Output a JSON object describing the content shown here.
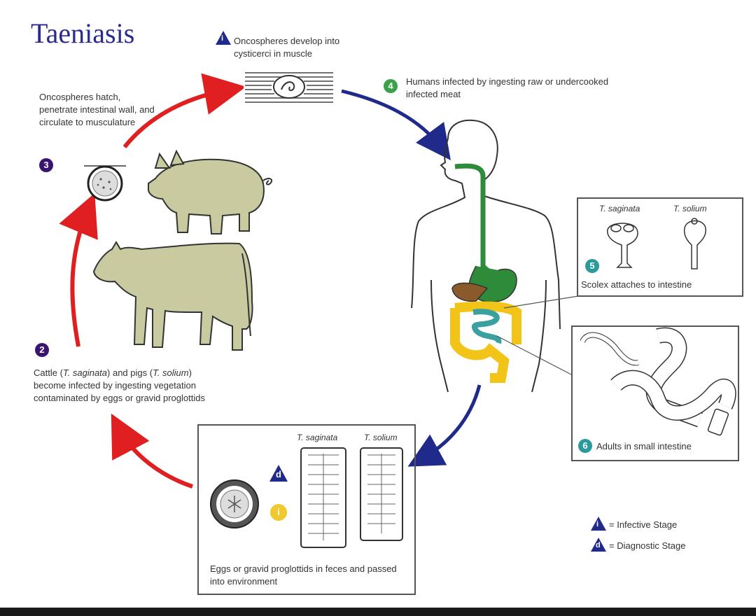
{
  "title": "Taeniasis",
  "stages": {
    "s1_text": "Oncospheres develop into cysticerci in muscle",
    "s1_num": "i",
    "s2_num": "2",
    "s2_text_a": "Cattle (",
    "s2_text_b": "T. saginata",
    "s2_text_c": ") and pigs (",
    "s2_text_d": "T. solium",
    "s2_text_e": ")",
    "s2_text_f": "become infected by ingesting vegetation",
    "s2_text_g": "contaminated by eggs or gravid proglottids",
    "s3_num": "3",
    "s3_text": "Oncospheres hatch, penetrate intestinal wall, and circulate to musculature",
    "s4_num": "4",
    "s4_text": "Humans infected by ingesting raw or undercooked infected meat",
    "s5_num": "5",
    "s5_text": "Scolex attaches to intestine",
    "s5_left": "T. saginata",
    "s5_right": "T. solium",
    "s6_num": "6",
    "s6_text": "Adults in small intestine",
    "eggs_left": "T. saginata",
    "eggs_right": "T. solium",
    "eggs_d": "d",
    "eggs_i": "i",
    "eggs_text": "Eggs or gravid proglottids in feces and passed into environment"
  },
  "legend": {
    "infective_symbol": "i",
    "infective_label": "= Infective Stage",
    "diagnostic_symbol": "d",
    "diagnostic_label": "= Diagnostic Stage"
  },
  "colors": {
    "title": "#2b2b8f",
    "red_arrow": "#e02020",
    "blue_arrow": "#1f2a8a",
    "animal_fill": "#c9caa0",
    "badge_green": "#3aa04a",
    "badge_purple": "#3a1570",
    "badge_teal": "#2a9a9a",
    "badge_yellow": "#f0c830",
    "stomach_green": "#2e8b3a",
    "liver_brown": "#8b5a2b",
    "colon_yellow": "#f2c418",
    "intestine_teal": "#3aa0a0"
  }
}
